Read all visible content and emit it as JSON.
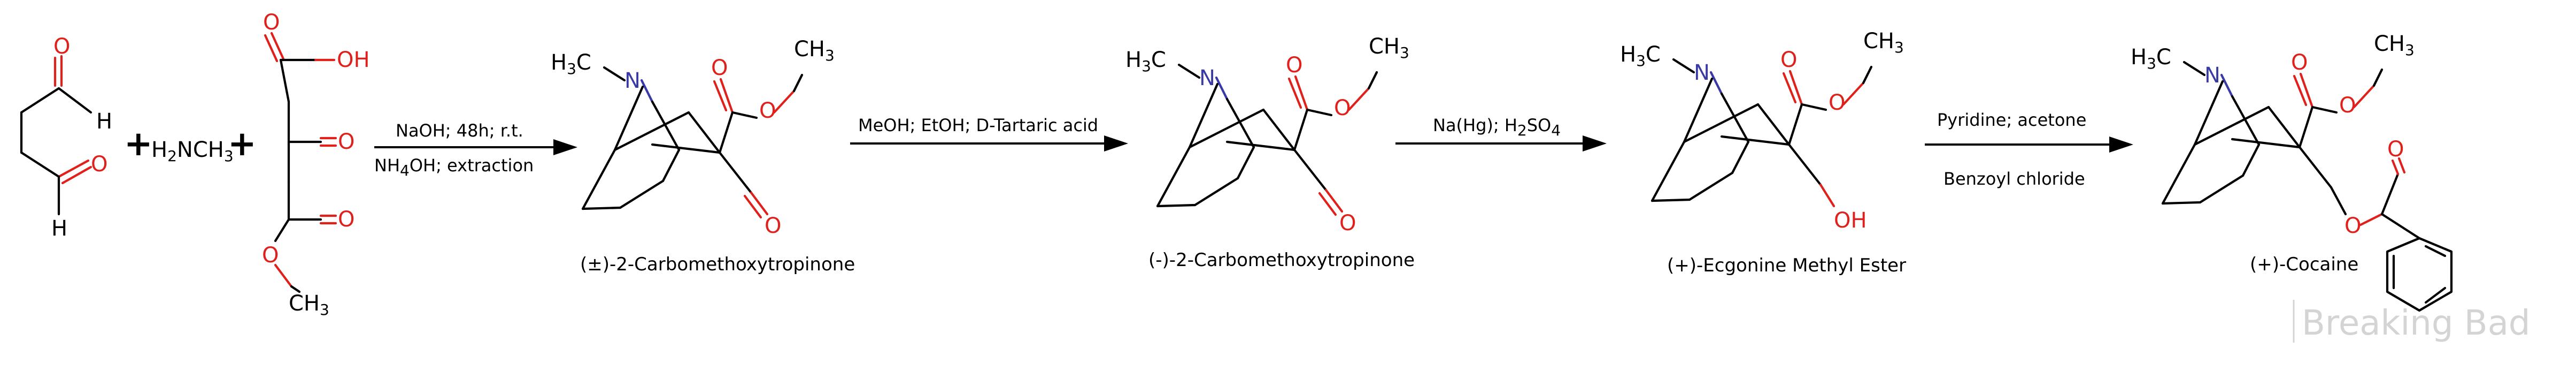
{
  "reagents": {
    "methylamine": {
      "prefix": "H",
      "mid": "2",
      "main": "NCH",
      "sub": "3"
    }
  },
  "symbols": {
    "plus": "+"
  },
  "atoms": {
    "O": "O",
    "N": "N",
    "H": "H",
    "OH": "OH",
    "H3C_main": "H",
    "H3C_sub": "3",
    "H3C_c": "C",
    "CH3_main": "CH",
    "CH3_sub": "3"
  },
  "steps": [
    {
      "above": "NaOH; 48h; r.t.",
      "below_main": "NH",
      "below_sub": "4",
      "below_rest": "OH; extraction"
    },
    {
      "above": "MeOH; EtOH; D-Tartaric acid"
    },
    {
      "above_main": "Na(Hg); H",
      "above_sub1": "2",
      "above_mid": "SO",
      "above_sub2": "4"
    },
    {
      "above": "Pyridine; acetone",
      "below": "Benzoyl chloride"
    }
  ],
  "compounds": [
    {
      "name": "(±)-2-Carbomethoxytropinone"
    },
    {
      "name": "(-)-2-Carbomethoxytropinone"
    },
    {
      "name": "(+)-Ecgonine Methyl Ester"
    },
    {
      "name": "(+)-Cocaine"
    }
  ],
  "watermark": "Breaking Bad",
  "colors": {
    "oxygen": "#e0201b",
    "nitrogen": "#3a3aa6",
    "bond": "#000000",
    "watermark": "#d4d4d4"
  }
}
